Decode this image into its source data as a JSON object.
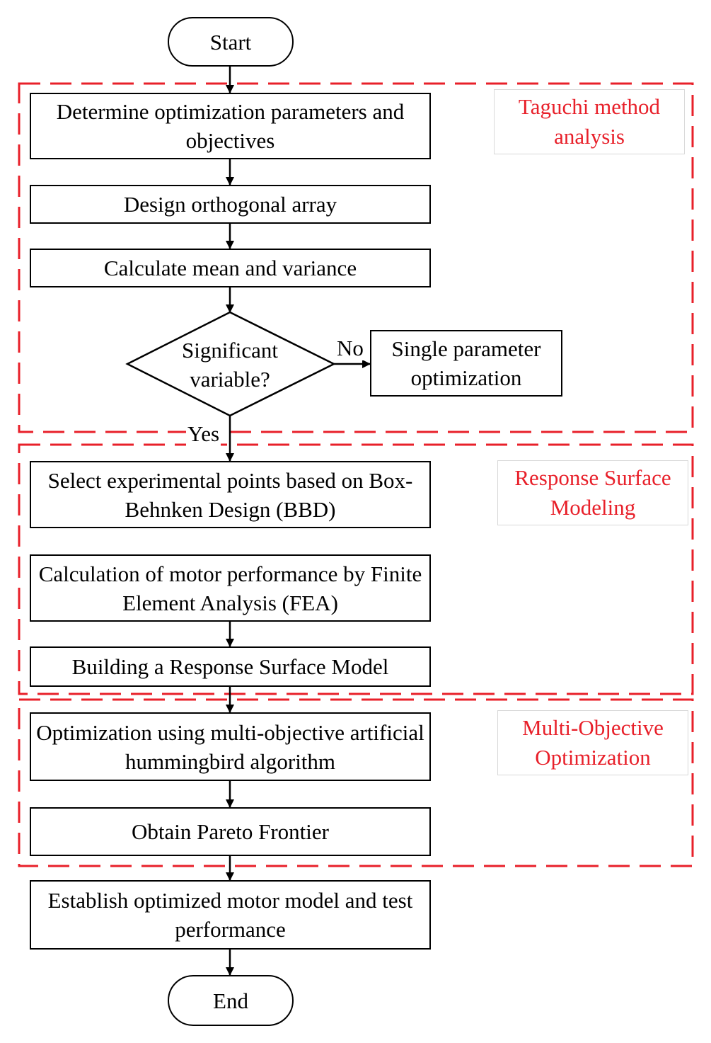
{
  "colors": {
    "line": "#000000",
    "stage_frame": "#e8202a"
  },
  "nodes": {
    "start": "Start",
    "determine": "Determine optimization parameters and objectives",
    "design_array": "Design orthogonal array",
    "calc_mean_var": "Calculate mean and variance",
    "decision": "Significant variable?",
    "single_param": "Single parameter optimization",
    "select_points": "Select experimental points based on Box-Behnken Design (BBD)",
    "fea": "Calculation of motor performance by Finite Element Analysis (FEA)",
    "build_rsm": "Building a Response Surface Model",
    "mohb": "Optimization using multi-objective artificial hummingbird algorithm",
    "pareto": "Obtain Pareto Frontier",
    "establish": "Establish optimized motor model and test performance",
    "end": "End"
  },
  "edge_labels": {
    "no": "No",
    "yes": "Yes"
  },
  "stages": {
    "taguchi": "Taguchi method analysis",
    "rsm": "Response Surface Modeling",
    "moo": "Multi-Objective Optimization"
  }
}
